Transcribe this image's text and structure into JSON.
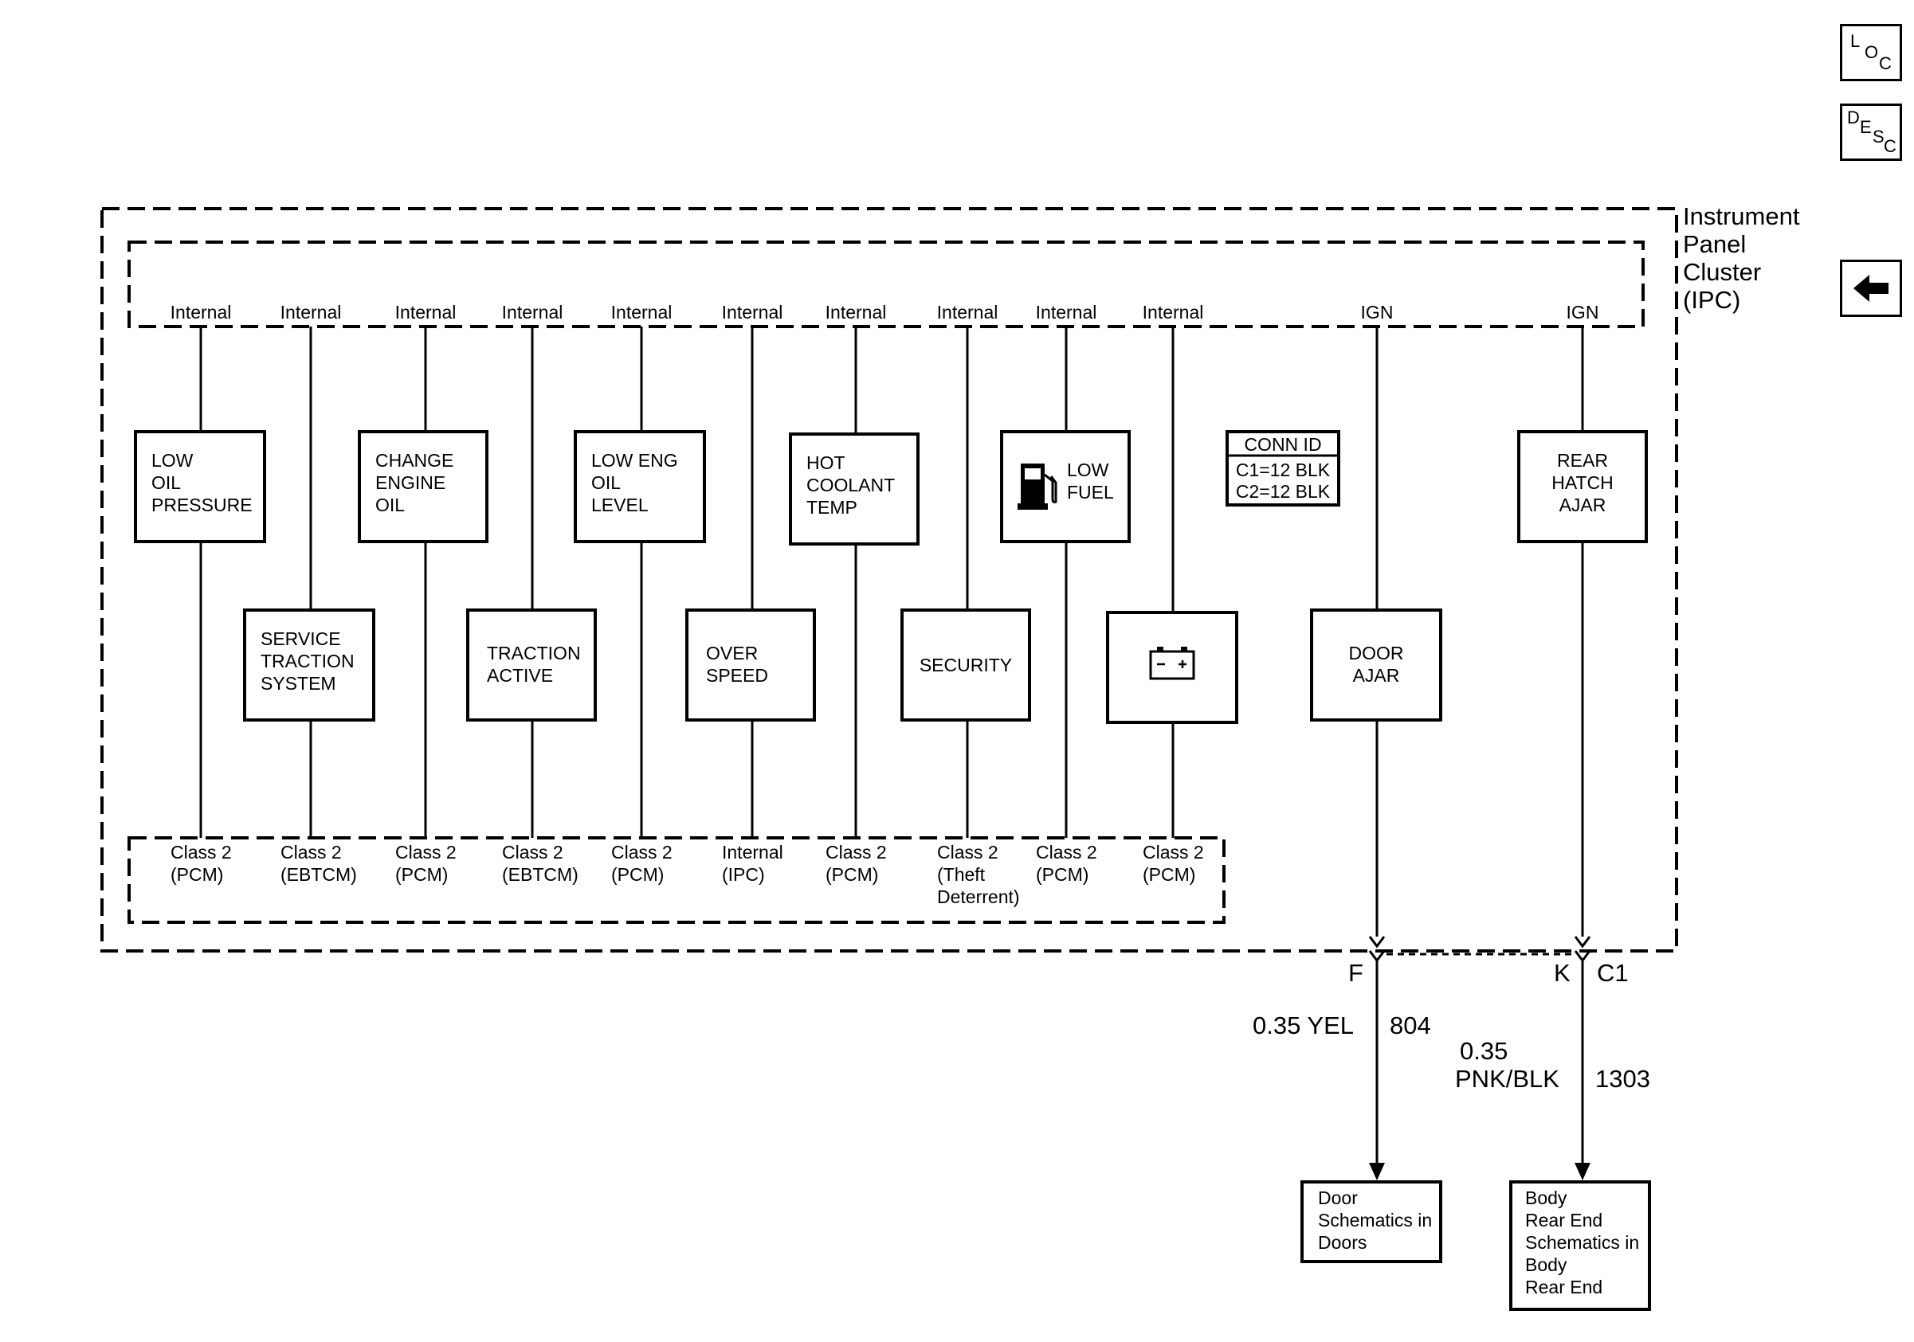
{
  "nav": {
    "loc": [
      "L",
      "O",
      "C"
    ],
    "desc": [
      "D",
      "E",
      "S",
      "C"
    ],
    "back_icon": "left-arrow-icon"
  },
  "ipc": {
    "title_lines": [
      "Instrument",
      "Panel",
      "Cluster",
      "(IPC)"
    ]
  },
  "conn_id": {
    "title": "CONN ID",
    "rows": [
      "C1=12 BLK",
      "C2=12 BLK"
    ]
  },
  "columns": [
    {
      "top": "Internal",
      "box": [
        "LOW",
        "OIL",
        "PRESSURE"
      ],
      "bottom": [
        "Class 2",
        "(PCM)"
      ]
    },
    {
      "top": "Internal",
      "box": [
        "SERVICE",
        "TRACTION",
        "SYSTEM"
      ],
      "bottom": [
        "Class 2",
        "(EBTCM)"
      ]
    },
    {
      "top": "Internal",
      "box": [
        "CHANGE",
        "ENGINE",
        "OIL"
      ],
      "bottom": [
        "Class 2",
        "(PCM)"
      ]
    },
    {
      "top": "Internal",
      "box": [
        "TRACTION",
        "ACTIVE"
      ],
      "bottom": [
        "Class 2",
        "(EBTCM)"
      ]
    },
    {
      "top": "Internal",
      "box": [
        "LOW ENG",
        "OIL",
        "LEVEL"
      ],
      "bottom": [
        "Class 2",
        "(PCM)"
      ]
    },
    {
      "top": "Internal",
      "box": [
        "OVER",
        "SPEED"
      ],
      "bottom": [
        "Internal",
        "(IPC)"
      ]
    },
    {
      "top": "Internal",
      "box": [
        "HOT",
        "COOLANT",
        "TEMP"
      ],
      "bottom": [
        "Class 2",
        "(PCM)"
      ]
    },
    {
      "top": "Internal",
      "box": [
        "SECURITY"
      ],
      "bottom": [
        "Class 2",
        "(Theft",
        "Deterrent)"
      ]
    },
    {
      "top": "Internal",
      "box": [
        "LOW",
        "FUEL"
      ],
      "icon": "fuel-pump-icon",
      "bottom": [
        "Class 2",
        "(PCM)"
      ]
    },
    {
      "top": "Internal",
      "box": [],
      "icon": "battery-icon",
      "bottom": [
        "Class 2",
        "(PCM)"
      ]
    }
  ],
  "ign_columns": [
    {
      "top": "IGN",
      "box": [
        "DOOR",
        "AJAR"
      ],
      "pin": "F",
      "wire": [
        "0.35 YEL"
      ],
      "circuit": "804",
      "dest": [
        "Door",
        "Schematics in",
        "Doors"
      ]
    },
    {
      "top": "IGN",
      "box": [
        "REAR",
        "HATCH",
        "AJAR"
      ],
      "pin": "K",
      "connector": "C1",
      "wire": [
        "0.35",
        "PNK/BLK"
      ],
      "circuit": "1303",
      "dest": [
        "Body",
        "Rear End",
        "Schematics in",
        "Body",
        "Rear End"
      ]
    }
  ],
  "colors": {
    "line": "#000000",
    "background": "#ffffff"
  }
}
